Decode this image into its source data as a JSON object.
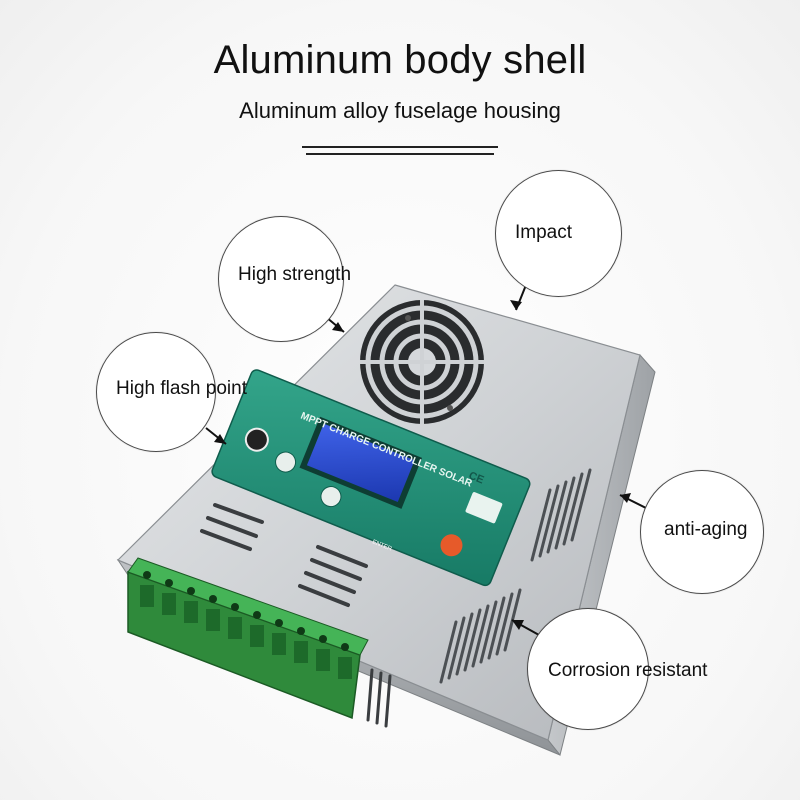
{
  "header": {
    "title": "Aluminum body shell",
    "subtitle": "Aluminum alloy fuselage housing"
  },
  "callouts": {
    "impact": "Impact",
    "high_strength": "High strength",
    "high_flash_point": "High flash point",
    "anti_aging": "anti-aging",
    "corrosion_resistant": "Corrosion resistant"
  },
  "product": {
    "panel_label": "MPPT CHARGE CONTROLLER SOLAR",
    "ce_mark": "CE",
    "button_label": "ENTER",
    "colors": {
      "panel_green": "#1f8f78",
      "lcd_blue": "#2b4fd6",
      "terminal_green": "#3aa64a",
      "housing_silver": "#c9cccf"
    }
  }
}
